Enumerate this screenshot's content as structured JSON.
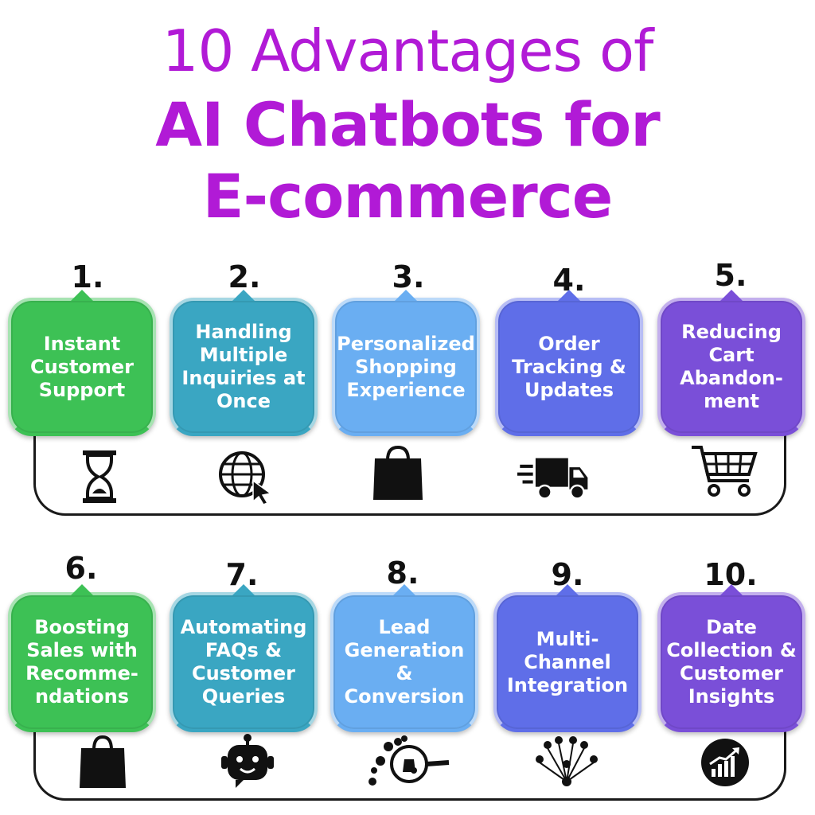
{
  "title": {
    "line1": "10 Advantages of",
    "line2": "AI Chatbots for",
    "line3": "E-commerce"
  },
  "colors": {
    "title": "#b11ad6",
    "green": "#3dc155",
    "teal": "#3aa6c2",
    "blue": "#6aaef2",
    "indigo": "#5f6ee8",
    "purple": "#7a4fd8"
  },
  "items": [
    {
      "number": "1.",
      "label": "Instant Customer Support",
      "icon": "hourglass-icon"
    },
    {
      "number": "2.",
      "label": "Handling Multiple Inquiries at Once",
      "icon": "globe-cursor-icon"
    },
    {
      "number": "3.",
      "label": "Personalized Shopping Experience",
      "icon": "shopping-bag-icon"
    },
    {
      "number": "4.",
      "label": "Order Tracking & Updates",
      "icon": "delivery-truck-icon"
    },
    {
      "number": "5.",
      "label": "Reducing Cart Abandon-ment",
      "icon": "shopping-cart-icon"
    },
    {
      "number": "6.",
      "label": "Boosting Sales with Recomme-ndations",
      "icon": "shopping-bag-icon"
    },
    {
      "number": "7.",
      "label": "Automating FAQs & Customer Queries",
      "icon": "robot-icon"
    },
    {
      "number": "8.",
      "label": "Lead Generation & Conversion",
      "icon": "magnifier-leads-icon"
    },
    {
      "number": "9.",
      "label": "Multi-Channel Integration",
      "icon": "network-people-icon"
    },
    {
      "number": "10.",
      "label": "Date Collection & Customer Insights",
      "icon": "growth-chart-icon"
    }
  ]
}
